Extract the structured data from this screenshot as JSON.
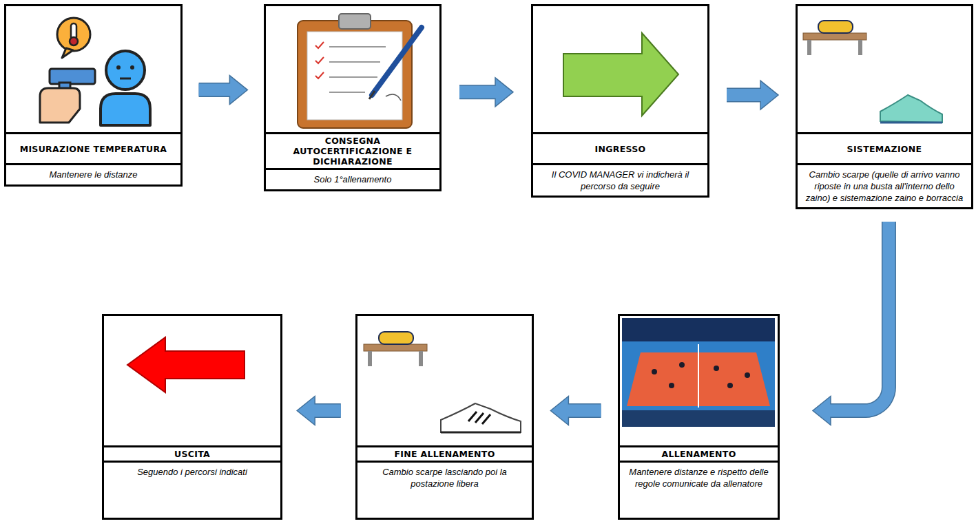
{
  "diagram": {
    "nodes": [
      {
        "text": [
          "MISURAZIONE TEMPERATURA",
          "Mantenere le distanze"
        ]
      },
      {
        "text": [
          "CONSEGNA AUTOCERTIFICAZIONE E DICHIARAZIONE",
          "Solo 1°allenamento"
        ]
      },
      {
        "text": [
          "INGRESSO",
          "Il COVID MANAGER vi indicherà il percorso da seguire"
        ]
      },
      {
        "text": [
          "SISTEMAZIONE",
          "Cambio scarpe (quelle di arrivo vanno riposte in una busta all'interno dello zaino) e sistemazione zaino e borraccia"
        ]
      },
      {
        "text": [
          "ALLENAMENTO",
          "Mantenere distanze e rispetto delle regole comunicate da allenatore"
        ]
      },
      {
        "text": [
          "FINE ALLENAMENTO",
          "Cambio scarpe lasciando poi la postazione libera"
        ]
      },
      {
        "text": [
          "USCITA",
          "Seguendo i percorsi indicati"
        ]
      }
    ],
    "edges": [
      {
        "from": 0,
        "to": 1,
        "arrow": "to"
      },
      {
        "from": 1,
        "to": 2,
        "arrow": "to"
      },
      {
        "from": 2,
        "to": 3,
        "arrow": "to"
      },
      {
        "from": 3,
        "to": 4,
        "arrow": "to"
      },
      {
        "from": 4,
        "to": 5,
        "arrow": "to"
      },
      {
        "from": 5,
        "to": 6,
        "arrow": "to"
      }
    ]
  }
}
